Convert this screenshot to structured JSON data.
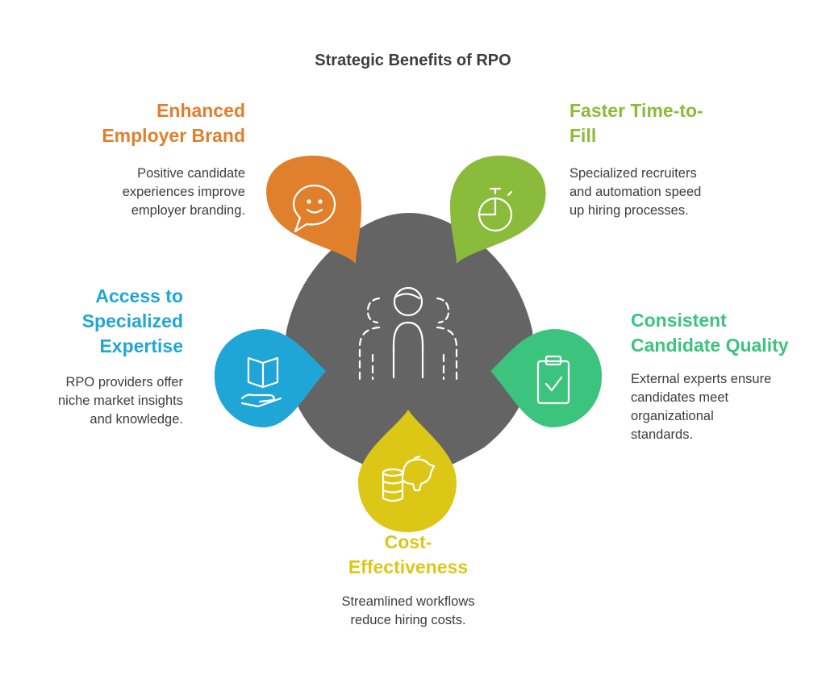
{
  "title": "Strategic Benefits of RPO",
  "colors": {
    "center": "#646464",
    "brand": "#e07f2c",
    "fill": "#8bbb3a",
    "quality": "#3cc47f",
    "cost": "#dcc716",
    "expertise": "#20a6d6",
    "text": "#3d3d3d",
    "icon_stroke": "#ffffff"
  },
  "benefits": {
    "brand": {
      "heading_lines": [
        "Enhanced",
        "Employer Brand"
      ],
      "desc_lines": [
        "Positive candidate",
        "experiences improve",
        "employer branding."
      ],
      "icon": "smiling-chat-bubble-icon"
    },
    "fill": {
      "heading_lines": [
        "Faster Time-to-",
        "Fill"
      ],
      "desc_lines": [
        "Specialized recruiters",
        "and automation speed",
        "up hiring processes."
      ],
      "icon": "stopwatch-icon"
    },
    "quality": {
      "heading_lines": [
        "Consistent",
        "Candidate Quality"
      ],
      "desc_lines": [
        "External experts ensure",
        "candidates meet",
        "organizational",
        "standards."
      ],
      "icon": "clipboard-check-icon"
    },
    "cost": {
      "heading_lines": [
        "Cost-",
        "Effectiveness"
      ],
      "desc_lines": [
        "Streamlined workflows",
        "reduce hiring costs."
      ],
      "icon": "piggy-bank-coins-icon"
    },
    "expertise": {
      "heading_lines": [
        "Access to",
        "Specialized",
        "Expertise"
      ],
      "desc_lines": [
        "RPO providers offer",
        "niche market insights",
        "and knowledge."
      ],
      "icon": "hand-book-icon"
    }
  },
  "center_icon": "team-people-icon"
}
